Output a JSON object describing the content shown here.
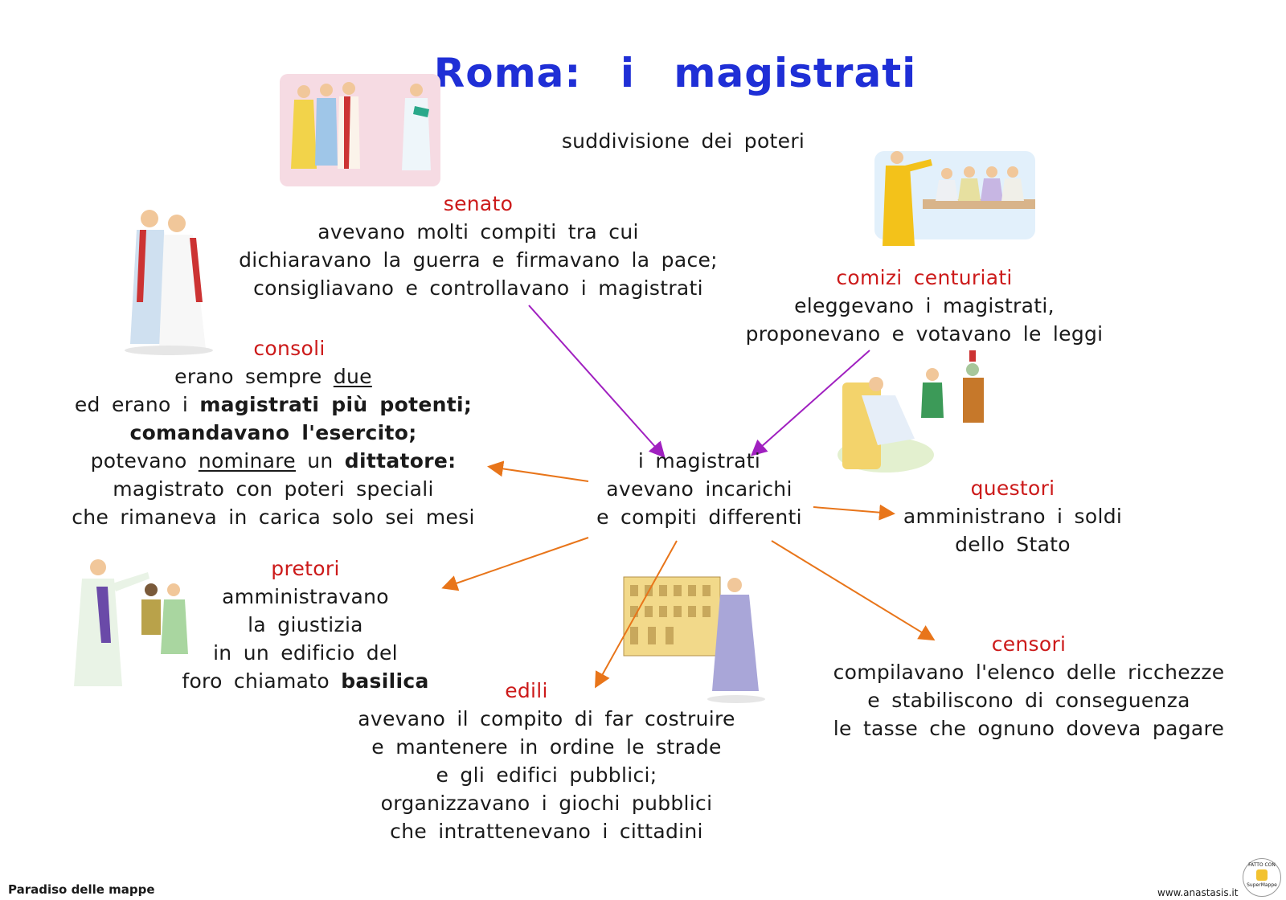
{
  "title": "Roma:  i  magistrati",
  "subtitle": "suddivisione  dei  poteri",
  "center": {
    "lines": [
      "i  magistrati",
      "avevano  incarichi",
      "e  compiti  differenti"
    ]
  },
  "senato": {
    "heading": "senato",
    "l1": "avevano  molti  compiti  tra cui",
    "l2": "dichiaravano  la  guerra  e  firmavano  la  pace;",
    "l3": "consigliavano  e  controllavano  i  magistrati"
  },
  "comizi": {
    "heading": "comizi  centuriati",
    "l1": "eleggevano  i  magistrati,",
    "l2": "proponevano  e  votavano  le  leggi"
  },
  "consoli": {
    "heading": "consoli",
    "l1a": "erano  sempre ",
    "l1b": "due",
    "l2a": "ed  erano  i ",
    "l2b": "magistrati  più  potenti;",
    "l3": "comandavano  l'esercito;",
    "l4a": "potevano ",
    "l4b": "nominare",
    "l4c": " un ",
    "l4d": "dittatore:",
    "l5": "magistrato  con  poteri  speciali",
    "l6": "che  rimaneva  in  carica  solo  sei  mesi"
  },
  "questori": {
    "heading": "questori",
    "l1": "amministrano  i  soldi",
    "l2": "dello  Stato"
  },
  "pretori": {
    "heading": "pretori",
    "l1": "amministravano",
    "l2": "la  giustizia",
    "l3": "in  un  edificio  del",
    "l4a": "foro  chiamato ",
    "l4b": "basilica"
  },
  "edili": {
    "heading": "edili",
    "l1": "avevano  il  compito  di  far  costruire",
    "l2": "e  mantenere  in  ordine  le  strade",
    "l3": "e  gli  edifici  pubblici;",
    "l4": "organizzavano  i  giochi  pubblici",
    "l5": "che  intrattenevano  i  cittadini"
  },
  "censori": {
    "heading": "censori",
    "l1": "compilavano  l'elenco  delle  ricchezze",
    "l2": "e  stabiliscono  di  conseguenza",
    "l3": "le  tasse  che  ognuno  doveva  pagare"
  },
  "footer": {
    "left": "Paradiso delle mappe",
    "right": "www.anastasis.it",
    "badge_top": "FATTO CON",
    "badge_bottom": "SuperMappe"
  },
  "colors": {
    "title": "#1f2fd6",
    "heading": "#cc1a1a",
    "arrow_purple": "#a020c0",
    "arrow_orange": "#e8751a"
  }
}
